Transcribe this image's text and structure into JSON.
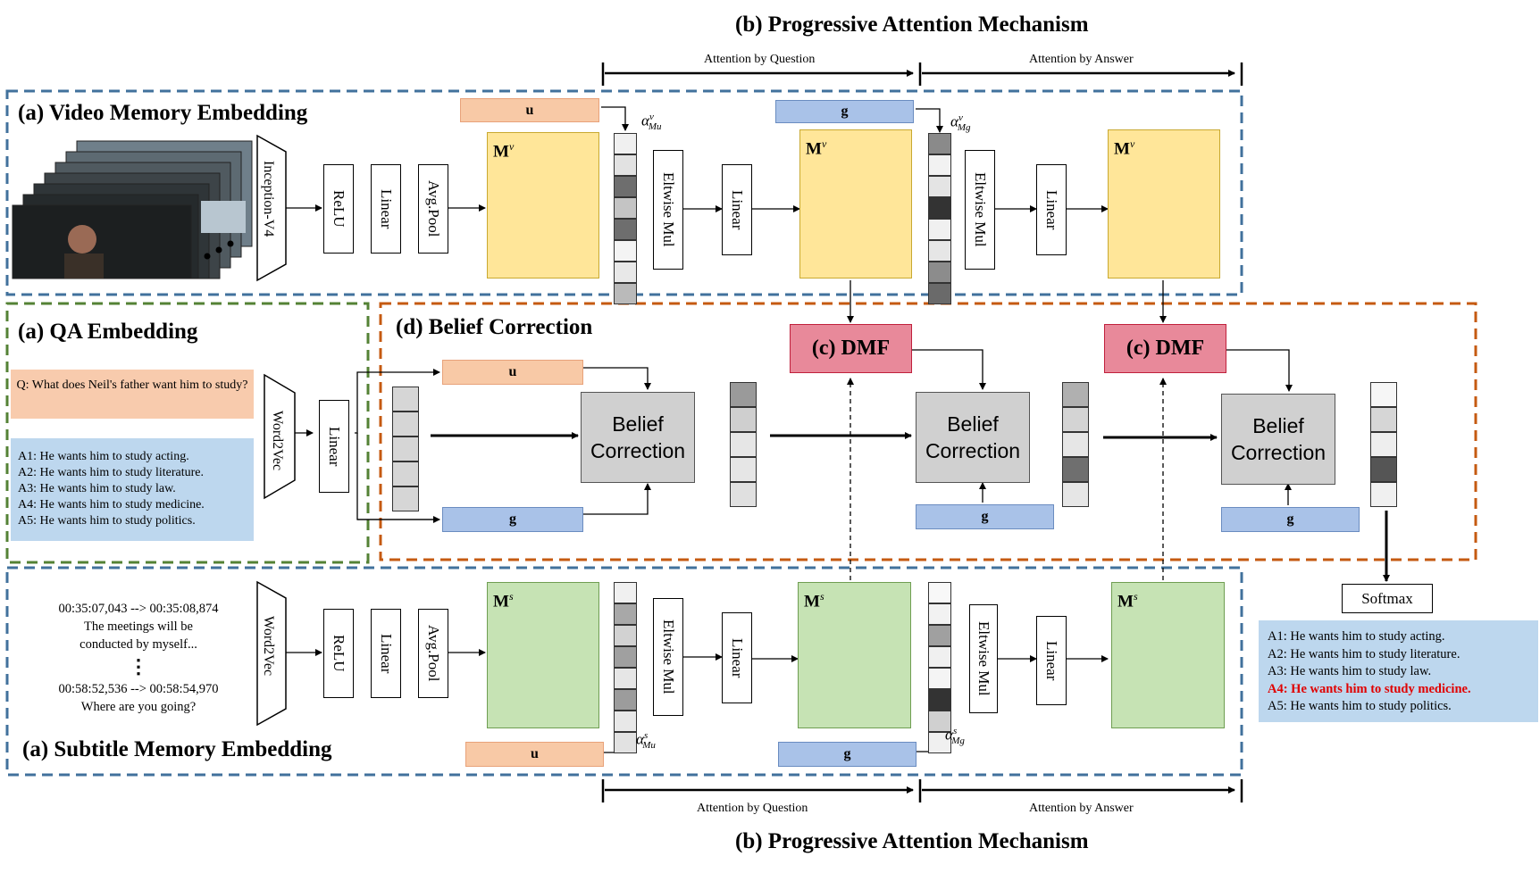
{
  "titles": {
    "top_mechanism": "(b) Progressive Attention Mechanism",
    "bottom_mechanism": "(b) Progressive Attention Mechanism",
    "video_memory": "(a) Video Memory Embedding",
    "qa_embedding": "(a) QA Embedding",
    "belief_correction_section": "(d) Belief Correction",
    "subtitle_memory": "(a) Subtitle Memory Embedding"
  },
  "brackets": {
    "attention_by_question": "Attention by Question",
    "attention_by_answer": "Attention by Answer"
  },
  "video_pipeline": {
    "encoder": "Inception-V4",
    "ops": [
      "ReLU",
      "Linear",
      "Avg.Pool"
    ],
    "memory_label": "M",
    "memory_sup": "v",
    "eltwise": "Eltwise Mul",
    "linear": "Linear"
  },
  "subtitle_pipeline": {
    "encoder": "Word2Vec",
    "ops": [
      "ReLU",
      "Linear",
      "Avg.Pool"
    ],
    "memory_label": "M",
    "memory_sup": "s",
    "eltwise": "Eltwise Mul",
    "linear": "Linear"
  },
  "qa_pipeline": {
    "encoder": "Word2Vec",
    "linear": "Linear",
    "question": "Q: What does Neil's father want him to study?",
    "answers": [
      "A1: He wants him to study acting.",
      "A2: He wants him to study literature.",
      "A3: He wants him to study law.",
      "A4: He wants him to study medicine.",
      "A5: He wants him to study politics."
    ]
  },
  "vectors": {
    "u": "u",
    "g": "g"
  },
  "alpha": {
    "symbol": "α",
    "video_u": {
      "sup": "v",
      "sub": "Mu"
    },
    "video_g": {
      "sup": "v",
      "sub": "Mg"
    },
    "subtitle_u": {
      "sup": "s",
      "sub": "Mu"
    },
    "subtitle_g": {
      "sup": "s",
      "sub": "Mg"
    }
  },
  "belief_correction": {
    "line1": "Belief",
    "line2": "Correction"
  },
  "dmf": "(c) DMF",
  "softmax": "Softmax",
  "subtitles": {
    "time1": "00:35:07,043 --> 00:35:08,874",
    "line1a": "The meetings will be",
    "line1b": "conducted by myself...",
    "dots": "⋮",
    "time2": "00:58:52,536 --> 00:58:54,970",
    "line2": "Where are you going?"
  },
  "result": {
    "answers": [
      "A1: He wants him to study acting.",
      "A2: He wants him to study literature.",
      "A3: He wants him to study law.",
      "A4: He wants him to study medicine.",
      "A5: He wants him to study politics."
    ],
    "correct_index": 3
  },
  "colors": {
    "video_border": "#41719c",
    "qa_border": "#548235",
    "belief_border": "#c55a11",
    "u_bar": "#f8c9a6",
    "g_bar": "#a9c2e8",
    "video_memory": "#ffe699",
    "subtitle_memory": "#c6e3b4",
    "dmf": "#e8899a",
    "belief_box": "#d0d0d0",
    "answer_panel": "#bdd7ee",
    "question_panel": "#f8cbad",
    "correct_answer": "#e00000"
  }
}
